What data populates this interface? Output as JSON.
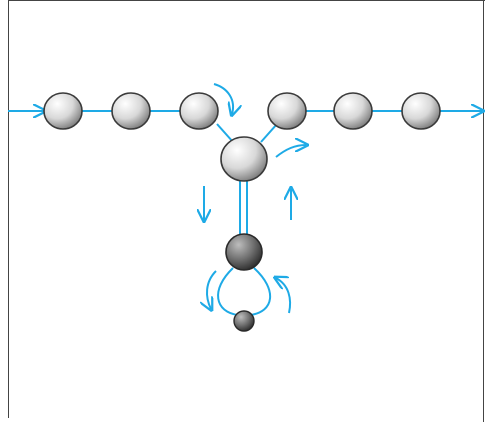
{
  "diagram": {
    "colors": {
      "frame": "#444444",
      "flow_line": "#1eaae6",
      "connector": "#1eaae6",
      "node_light_fill": "#d8d8d8",
      "node_dark_fill": "#707070"
    },
    "main_chain_nodes": 6,
    "junction_nodes": [
      "large-light-ball",
      "dark-ball",
      "small-ball"
    ],
    "flow_arrows": [
      "input-arrow",
      "output-arrow",
      "curved-arrow-into-junction",
      "curved-arrow-out-of-junction",
      "down-arrow-left-of-stem",
      "up-arrow-right-of-stem",
      "loop-arrow-left",
      "loop-arrow-right"
    ]
  }
}
